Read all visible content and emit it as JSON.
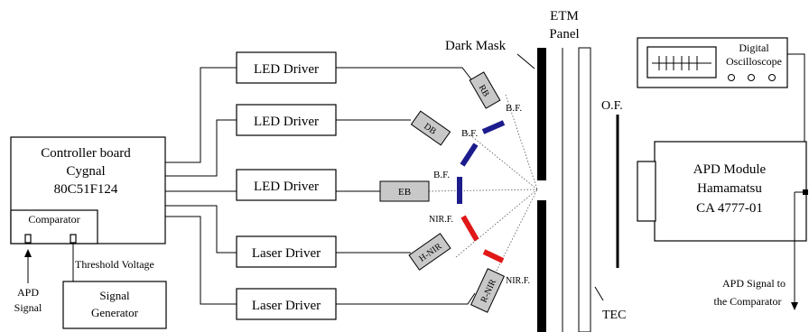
{
  "controller": {
    "line1": "Controller board",
    "line2": "Cygnal",
    "line3": "80C51F124",
    "comparator": "Comparator"
  },
  "drivers": [
    "LED Driver",
    "LED Driver",
    "LED Driver",
    "Laser Driver",
    "Laser Driver"
  ],
  "emitters": [
    "RB",
    "DB",
    "EB",
    "H-NIR",
    "R-NIR"
  ],
  "filters": {
    "bf1": "B.F.",
    "bf2": "B.F.",
    "bf3": "B.F.",
    "nirf1": "NIR.F.",
    "nirf2": "NIR.F."
  },
  "labels": {
    "dark_mask": "Dark Mask",
    "etm_line1": "ETM",
    "etm_line2": "Panel",
    "of": "O.F.",
    "tec": "TEC",
    "threshold": "Threshold Voltage",
    "apd_signal_line1": "APD",
    "apd_signal_line2": "Signal",
    "apd_to_comp_line1": "APD Signal to",
    "apd_to_comp_line2": "the Comparator"
  },
  "signal_generator": {
    "line1": "Signal",
    "line2": "Generator"
  },
  "oscilloscope": {
    "line1": "Digital",
    "line2": "Oscilloscope"
  },
  "apd_module": {
    "line1": "APD  Module",
    "line2": "Hamamatsu",
    "line3": "CA 4777-01"
  },
  "colors": {
    "blue_filter": "#1c1c8c",
    "red_filter": "#e01818",
    "emitter_fill": "#c8c8c8"
  }
}
